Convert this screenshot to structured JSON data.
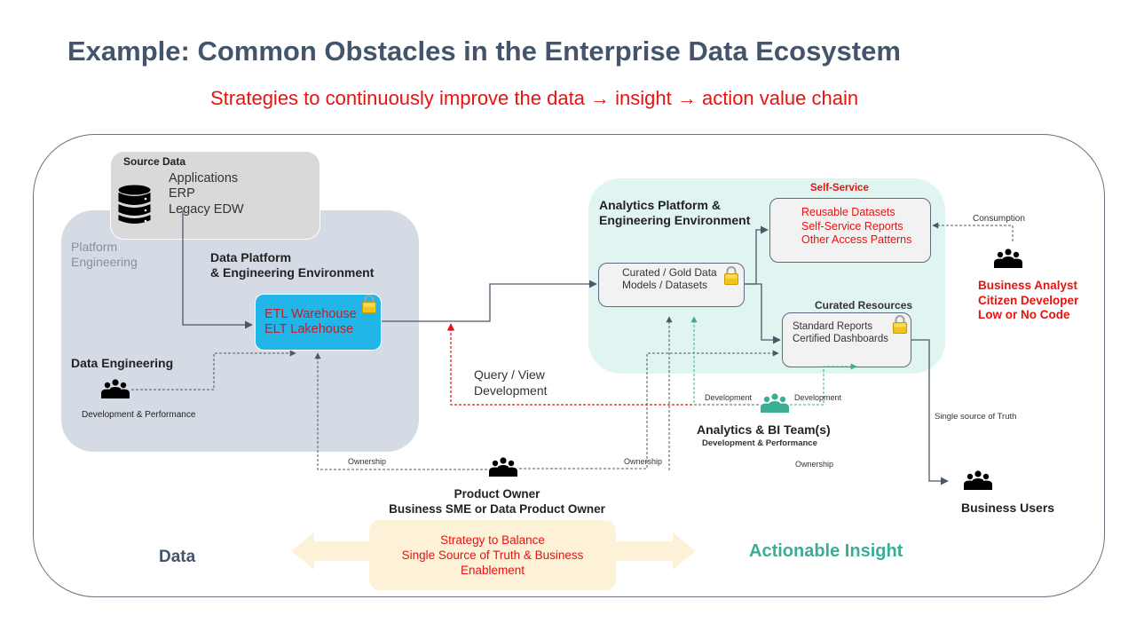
{
  "header": {
    "title": "Example: Common Obstacles in the Enterprise Data Ecosystem",
    "subtitle": "Strategies to continuously improve the data → insight → action value chain"
  },
  "colors": {
    "title": "#44546a",
    "accent_red": "#e8120f",
    "teal": "#3aae95",
    "etl_blue": "#22b5e8",
    "platform_bg": "#d5dbe5",
    "analytics_bg": "#e0f4f2",
    "strategy_bg": "#fdf1d8"
  },
  "source_data": {
    "label": "Source Data",
    "icon": "database-icon",
    "items": [
      "Applications",
      "ERP",
      "Legacy EDW"
    ]
  },
  "platform_engineering": {
    "label_line1": "Platform",
    "label_line2": "Engineering",
    "env_title_line1": "Data Platform",
    "env_title_line2": "& Engineering Environment",
    "etl_box": {
      "line1": "ETL Warehouse",
      "line2": "ELT Lakehouse",
      "icon": "lock-icon"
    },
    "data_engineering": {
      "title": "Data Engineering",
      "icon": "people-icon",
      "caption": "Development & Performance"
    }
  },
  "analytics_platform": {
    "title_line1": "Analytics Platform &",
    "title_line2": "Engineering Environment",
    "curated_gold": {
      "line1": "Curated / Gold Data",
      "line2": "Models / Datasets",
      "icon": "lock-icon"
    },
    "self_service": {
      "heading": "Self-Service",
      "items": [
        "Reusable Datasets",
        "Self-Service Reports",
        "Other Access Patterns"
      ]
    },
    "curated_resources": {
      "heading": "Curated Resources",
      "items": [
        "Standard Reports",
        "Certified Dashboards"
      ],
      "icon": "lock-icon"
    }
  },
  "business_analyst": {
    "icon": "people-icon",
    "lines": [
      "Business Analyst",
      "Citizen Developer",
      "Low or No Code"
    ],
    "consumption_label": "Consumption"
  },
  "analytics_team": {
    "icon": "people-icon",
    "title": "Analytics & BI Team(s)",
    "subtitle": "Development & Performance",
    "dev_label_left": "Development",
    "dev_label_right": "Development"
  },
  "query_view": {
    "line1": "Query / View",
    "line2": "Development"
  },
  "product_owner": {
    "icon": "people-icon",
    "line1": "Product Owner",
    "line2": "Business SME or Data Product Owner",
    "ownership_left": "Ownership",
    "ownership_mid": "Ownership",
    "ownership_right": "Ownership"
  },
  "business_users": {
    "icon": "people-icon",
    "label": "Business Users",
    "sst_label": "Single source of Truth"
  },
  "footer": {
    "left_label": "Data",
    "right_label": "Actionable Insight",
    "strategy_lines": [
      "Strategy to Balance",
      "Single Source of Truth & Business",
      "Enablement"
    ]
  }
}
